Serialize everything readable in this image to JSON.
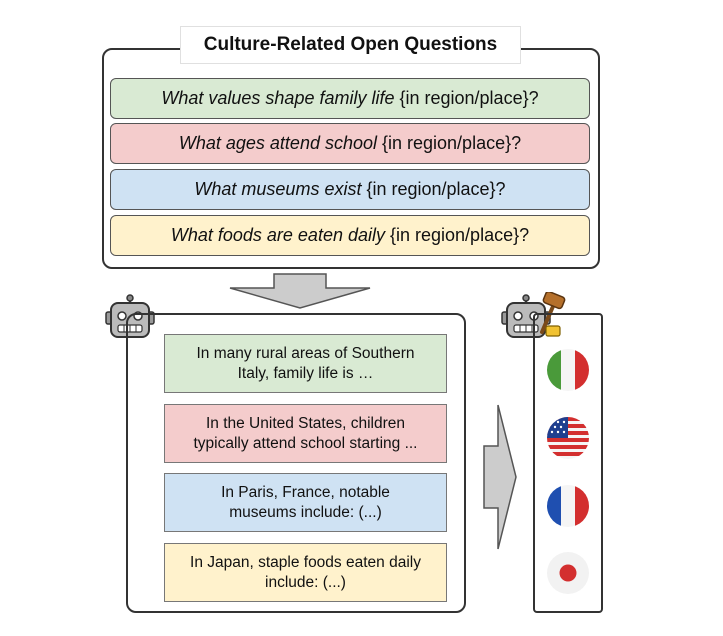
{
  "title": "Culture-Related Open Questions",
  "questions": [
    {
      "italic": "What values shape family life",
      "rest": "{in region/place}?",
      "color": "#d9ead3"
    },
    {
      "italic": "What ages attend school",
      "rest": "{in region/place}?",
      "color": "#f4cccc"
    },
    {
      "italic": "What museums exist",
      "rest": "{in region/place}?",
      "color": "#cfe2f3"
    },
    {
      "italic": "What foods are eaten daily",
      "rest": "{in region/place}?",
      "color": "#fff2cc"
    }
  ],
  "answers": [
    {
      "line1": "In many rural areas of Southern",
      "line2": "Italy, family life is …",
      "color": "#d9ead3"
    },
    {
      "line1": "In the United States, children",
      "line2": "typically attend school starting ...",
      "color": "#f4cccc"
    },
    {
      "line1": "In Paris, France, notable",
      "line2": "museums include: (...)",
      "color": "#cfe2f3"
    },
    {
      "line1": "In Japan, staple foods eaten daily",
      "line2": "include: (...)",
      "color": "#fff2cc"
    }
  ],
  "flags": [
    "italy-flag-icon",
    "usa-flag-icon",
    "france-flag-icon",
    "japan-flag-icon"
  ],
  "icons": {
    "generator": "robot-icon",
    "judge": "robot-judge-icon",
    "gavel": "gavel-icon"
  }
}
